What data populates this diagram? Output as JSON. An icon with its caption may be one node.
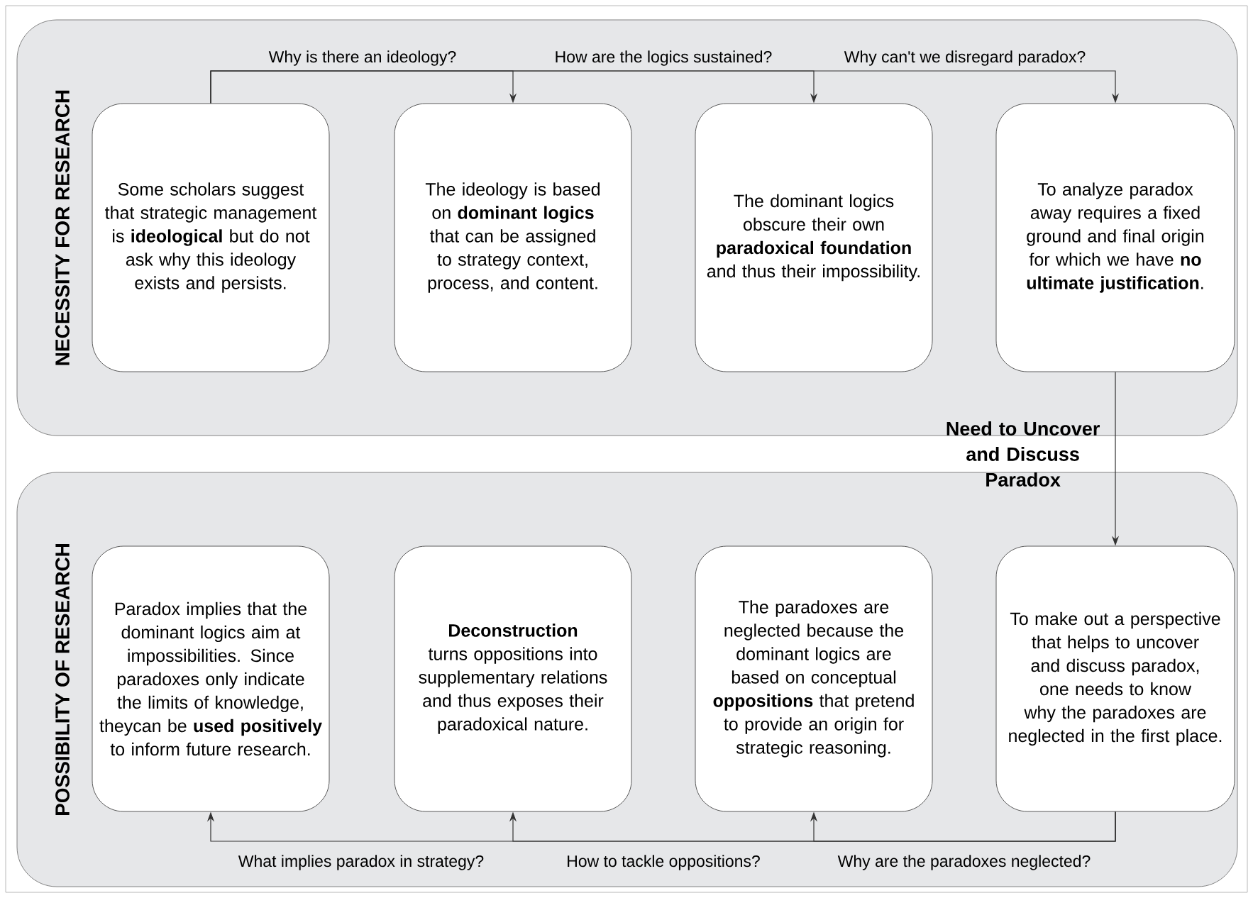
{
  "diagram": {
    "nodes": [
      {
        "text": [
          "NECESSITY FOR RESEARCH"
        ]
      },
      {
        "text": [
          "Some scholars suggest that strategic management is **ideological** but do not ask why this ideology exists and persists."
        ],
        "in": 0
      },
      {
        "text": [
          "The ideology is based on **dominant logics** that can be assigned to strategy context, process, and content."
        ],
        "in": 0
      },
      {
        "text": [
          "The dominant logics obscure their own **paradoxical foundation** and thus their impossibility."
        ],
        "in": 0
      },
      {
        "text": [
          "To analyze paradox away requires a fixed ground and final origin for which we have **no ultimate justification**."
        ],
        "in": 0
      },
      {
        "text": [
          "POSSIBILITY OF RESEARCH"
        ]
      },
      {
        "text": [
          "Paradox implies that the dominant logics aim at impossibilities. Since paradoxes only indicate the limits of knowledge, theycan be **used positively** to inform future research."
        ],
        "in": 5
      },
      {
        "text": [
          "**Deconstruction** turns oppositions into supplementary relations and thus exposes their paradoxical nature."
        ],
        "in": 5
      },
      {
        "text": [
          "The paradoxes are neglected because the dominant logics are based on conceptual **oppositions** that pretend to provide an origin for strategic reasoning."
        ],
        "in": 5
      },
      {
        "text": [
          "To make out a perspective that helps to uncover and discuss paradox, one needs to know why the paradoxes are neglected in the first place."
        ],
        "in": 5
      }
    ],
    "edges": [
      {
        "from": 1,
        "to": 2,
        "arrow": "to",
        "label": "Why is there an ideology?"
      },
      {
        "from": 1,
        "to": 3,
        "arrow": "to",
        "label": "How are the logics sustained?"
      },
      {
        "from": 1,
        "to": 4,
        "arrow": "to",
        "label": "Why can't we disregard paradox?"
      },
      {
        "from": 4,
        "to": 9,
        "arrow": "to",
        "label": "Need to Uncover and Discuss Paradox"
      },
      {
        "from": 9,
        "to": 6,
        "arrow": "to",
        "label": "What implies paradox in strategy?"
      },
      {
        "from": 9,
        "to": 7,
        "arrow": "to",
        "label": "How to tackle oppositions?"
      },
      {
        "from": 9,
        "to": 8,
        "arrow": "to",
        "label": "Why are the paradoxes neglected?"
      }
    ]
  }
}
